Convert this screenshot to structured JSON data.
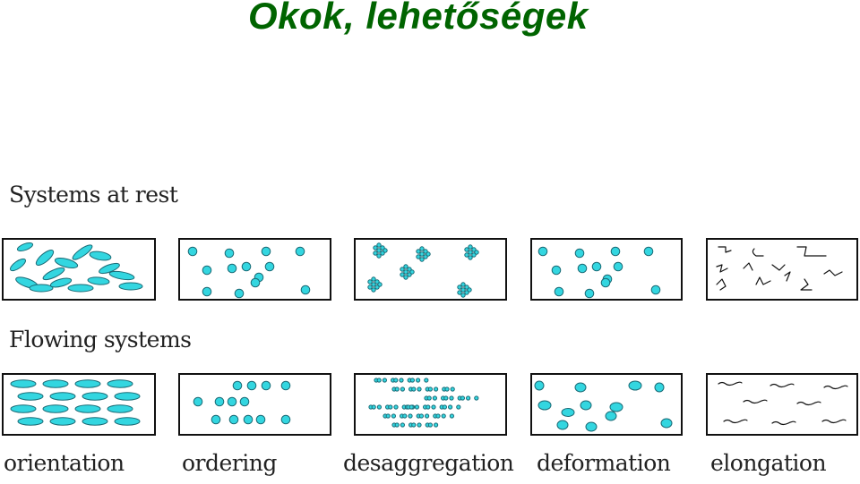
{
  "title": "Okok, lehetőségek",
  "sections": {
    "rest_label": "Systems at rest",
    "flowing_label": "Flowing systems"
  },
  "captions": [
    "orientation",
    "ordering",
    "desaggregation",
    "deformation",
    "elongation"
  ],
  "colors": {
    "title": "#006400",
    "particle_fill": "#33d6e0",
    "particle_stroke": "#1a6a75",
    "line": "#111111"
  }
}
